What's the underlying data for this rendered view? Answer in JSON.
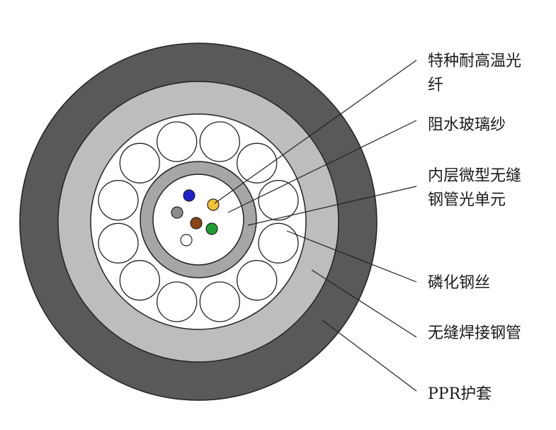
{
  "labels": {
    "fiber_line1": "特种耐高温光",
    "fiber_line2": "纤",
    "yarn": "阻水玻璃纱",
    "tube_line1": "内层微型无缝",
    "tube_line2": "钢管光单元",
    "steel_wire": "磷化钢丝",
    "welded_tube": "无缝焊接钢管",
    "jacket": "PPR护套"
  },
  "colors": {
    "jacket": "#595959",
    "welded_tube": "#bdbdbd",
    "inner_tube": "#a6a6a6",
    "fiber_blue": "#1f1fcc",
    "fiber_gray": "#8c8c8c",
    "fiber_yellow": "#f2c037",
    "fiber_brown": "#8b4513",
    "fiber_green": "#1e9e2e",
    "fiber_white": "#ffffff"
  },
  "counts": {
    "steel_wires": 12,
    "fibers": 6
  }
}
